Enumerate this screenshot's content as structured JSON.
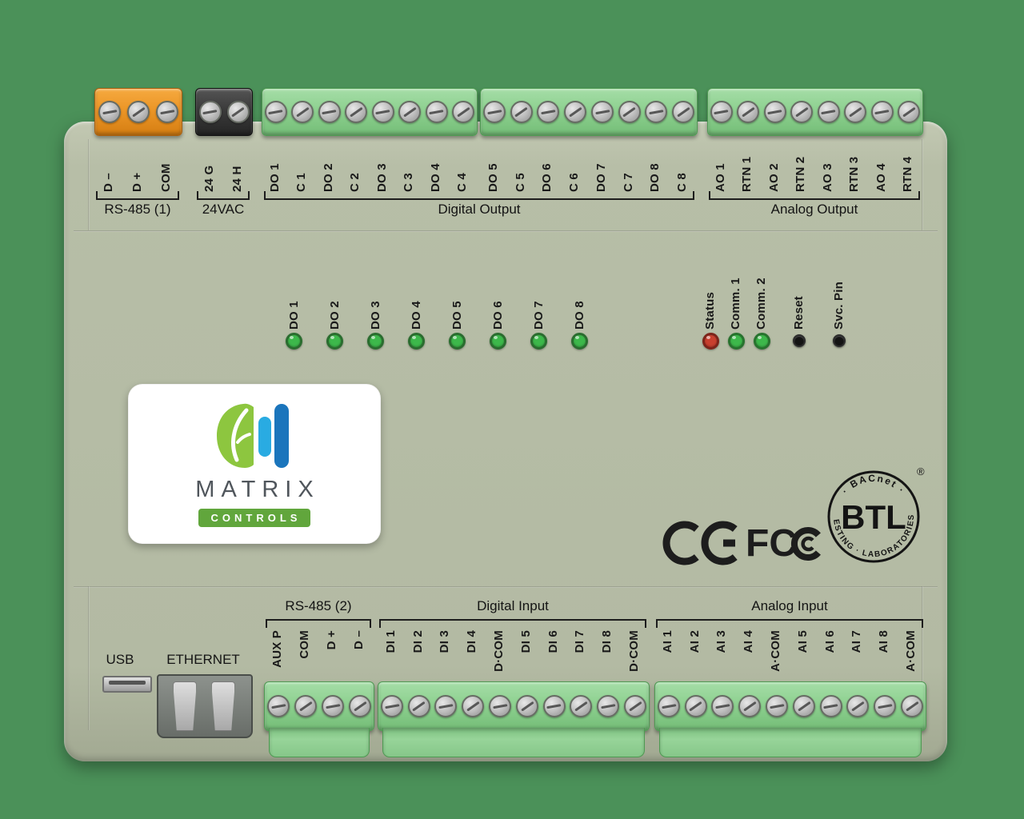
{
  "colors": {
    "background": "#4b9159",
    "device_body": "#b5bca5",
    "terminal_green": "#8ed190",
    "terminal_orange": "#ec9627",
    "terminal_black": "#3b3b3b",
    "led_green": "#3db84b",
    "led_red": "#c8402f",
    "logo_green": "#8dc63f",
    "logo_blue_light": "#29abe2",
    "logo_blue_dark": "#1b75bc"
  },
  "top": {
    "rs485_1": {
      "caption": "RS-485 (1)",
      "labels": [
        "D –",
        "D +",
        "COM"
      ]
    },
    "power": {
      "caption": "24VAC",
      "labels": [
        "24 G",
        "24 H"
      ]
    },
    "digital_output": {
      "caption": "Digital Output",
      "labels_a": [
        "DO 1",
        "C 1",
        "DO 2",
        "C 2",
        "DO 3",
        "C 3",
        "DO 4",
        "C 4"
      ],
      "labels_b": [
        "DO 5",
        "C 5",
        "DO 6",
        "C 6",
        "DO 7",
        "C 7",
        "DO 8",
        "C 8"
      ]
    },
    "analog_output": {
      "caption": "Analog Output",
      "labels": [
        "AO 1",
        "RTN 1",
        "AO 2",
        "RTN 2",
        "AO 3",
        "RTN 3",
        "AO 4",
        "RTN 4"
      ]
    }
  },
  "panel": {
    "do_leds": [
      "DO 1",
      "DO 2",
      "DO 3",
      "DO 4",
      "DO 5",
      "DO 6",
      "DO 7",
      "DO 8"
    ],
    "status_cluster": [
      {
        "label": "Status",
        "color": "#c8402f",
        "ring": "#7c241a"
      },
      {
        "label": "Comm. 1",
        "color": "#3db84b",
        "ring": "#27732e"
      },
      {
        "label": "Comm. 2",
        "color": "#3db84b",
        "ring": "#27732e"
      },
      {
        "label": "Reset",
        "type": "button",
        "color": "#1c1c1c",
        "ring": "#000000"
      },
      {
        "label": "Svc. Pin",
        "type": "button",
        "color": "#1c1c1c",
        "ring": "#000000"
      }
    ],
    "logo": {
      "name": "MATRIX",
      "sub": "CONTROLS"
    },
    "certifications": {
      "ce": "CE",
      "fcc": "FC",
      "btl_center": "BTL",
      "btl_top": "· BACnet ·",
      "btl_bottom": "TESTING · LABORATORIES",
      "btl_reg": "®"
    }
  },
  "bottom": {
    "usb_label": "USB",
    "ethernet_label": "ETHERNET",
    "rs485_2": {
      "caption": "RS-485 (2)",
      "labels": [
        "AUX P",
        "COM",
        "D +",
        "D –"
      ]
    },
    "digital_input": {
      "caption": "Digital Input",
      "labels": [
        "DI 1",
        "DI 2",
        "DI 3",
        "DI 4",
        "D·COM",
        "DI 5",
        "DI 6",
        "DI 7",
        "DI 8",
        "D·COM"
      ]
    },
    "analog_input": {
      "caption": "Analog Input",
      "labels": [
        "AI 1",
        "AI 2",
        "AI 3",
        "AI 4",
        "A·COM",
        "AI 5",
        "AI 6",
        "AI 7",
        "AI 8",
        "A·COM"
      ]
    }
  }
}
